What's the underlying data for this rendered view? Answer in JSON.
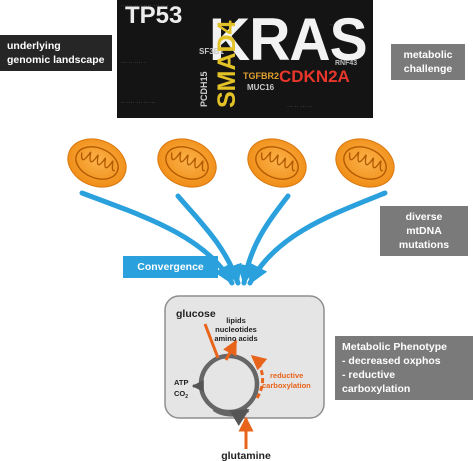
{
  "labels": {
    "genomic": "underlying genomic landscape",
    "metabolic_challenge": "metabolic challenge",
    "mtdna": "diverse mtDNA mutations",
    "convergence": "Convergence",
    "phenotype_title": "Metabolic Phenotype",
    "phenotype_item1": "- decreased oxphos",
    "phenotype_item2": "- reductive carboxylation"
  },
  "word_cloud": {
    "tp53": "TP53",
    "kras": "KRAS",
    "smad4": "SMAD4",
    "cdkn2a": "CDKN2A",
    "pcdh15": "PCDH15",
    "tgfbr2": "TGFBR2",
    "sf3b1": "SF3B1",
    "muc16": "MUC16",
    "rnf43": "RNF43"
  },
  "cell": {
    "glucose": "glucose",
    "products": [
      "lipids",
      "nucleotides",
      "amino acids"
    ],
    "atp": "ATP",
    "co2_base": "CO",
    "co2_sub": "2",
    "reductive": [
      "reductive",
      "carboxylation"
    ],
    "glutamine": "glutamine"
  },
  "colors": {
    "mito_orange": "#f39320",
    "arrow_blue": "#2aa0dc",
    "path_orange": "#e8641b",
    "box_dark": "#262626",
    "box_grey": "#7a7a7a"
  }
}
